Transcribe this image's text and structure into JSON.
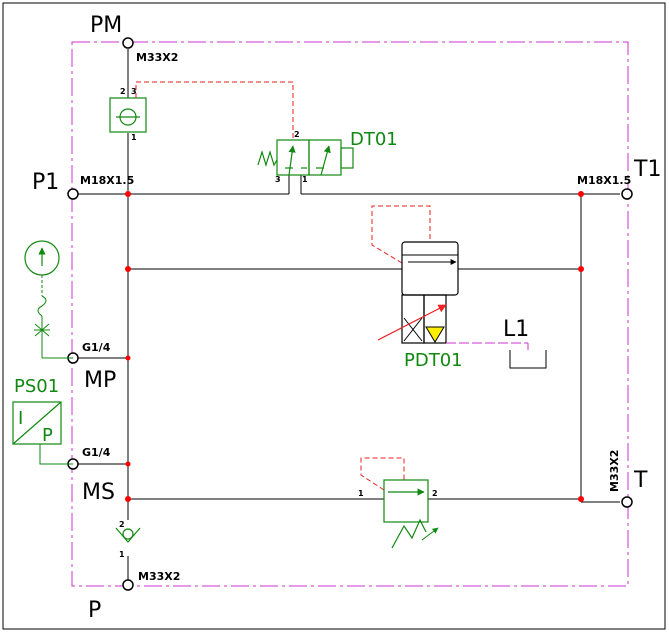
{
  "colors": {
    "line": "#000000",
    "boundary": "#cc33cc",
    "pilot": "#ee2222",
    "component": "#118811",
    "junction": "#ff0000",
    "indicator": "#ffee00"
  },
  "ports": {
    "pm": {
      "name": "PM",
      "thread": "M33X2"
    },
    "p1": {
      "name": "P1",
      "thread": "M18X1.5"
    },
    "t1": {
      "name": "T1",
      "thread": "M18X1.5"
    },
    "mp": {
      "name": "MP",
      "thread": "G1/4"
    },
    "ms": {
      "name": "MS",
      "thread": "G1/4"
    },
    "t": {
      "name": "T",
      "thread": "M33X2"
    },
    "p": {
      "name": "P",
      "thread": "M33X2"
    }
  },
  "components": {
    "dt01": {
      "label": "DT01",
      "port_a": "2",
      "port_b": "3",
      "port_c": "1"
    },
    "pdt01": {
      "label": "PDT01"
    },
    "l1": {
      "label": "L1"
    },
    "ps01": {
      "label": "PS01",
      "left": "I",
      "right": "P"
    },
    "shuttle": {
      "port_top_left": "2",
      "port_top_right": "3",
      "port_bottom": "1"
    },
    "relief": {
      "port_in": "1",
      "port_out": "2"
    },
    "check": {
      "port_top": "2",
      "port_bottom": "1"
    }
  }
}
